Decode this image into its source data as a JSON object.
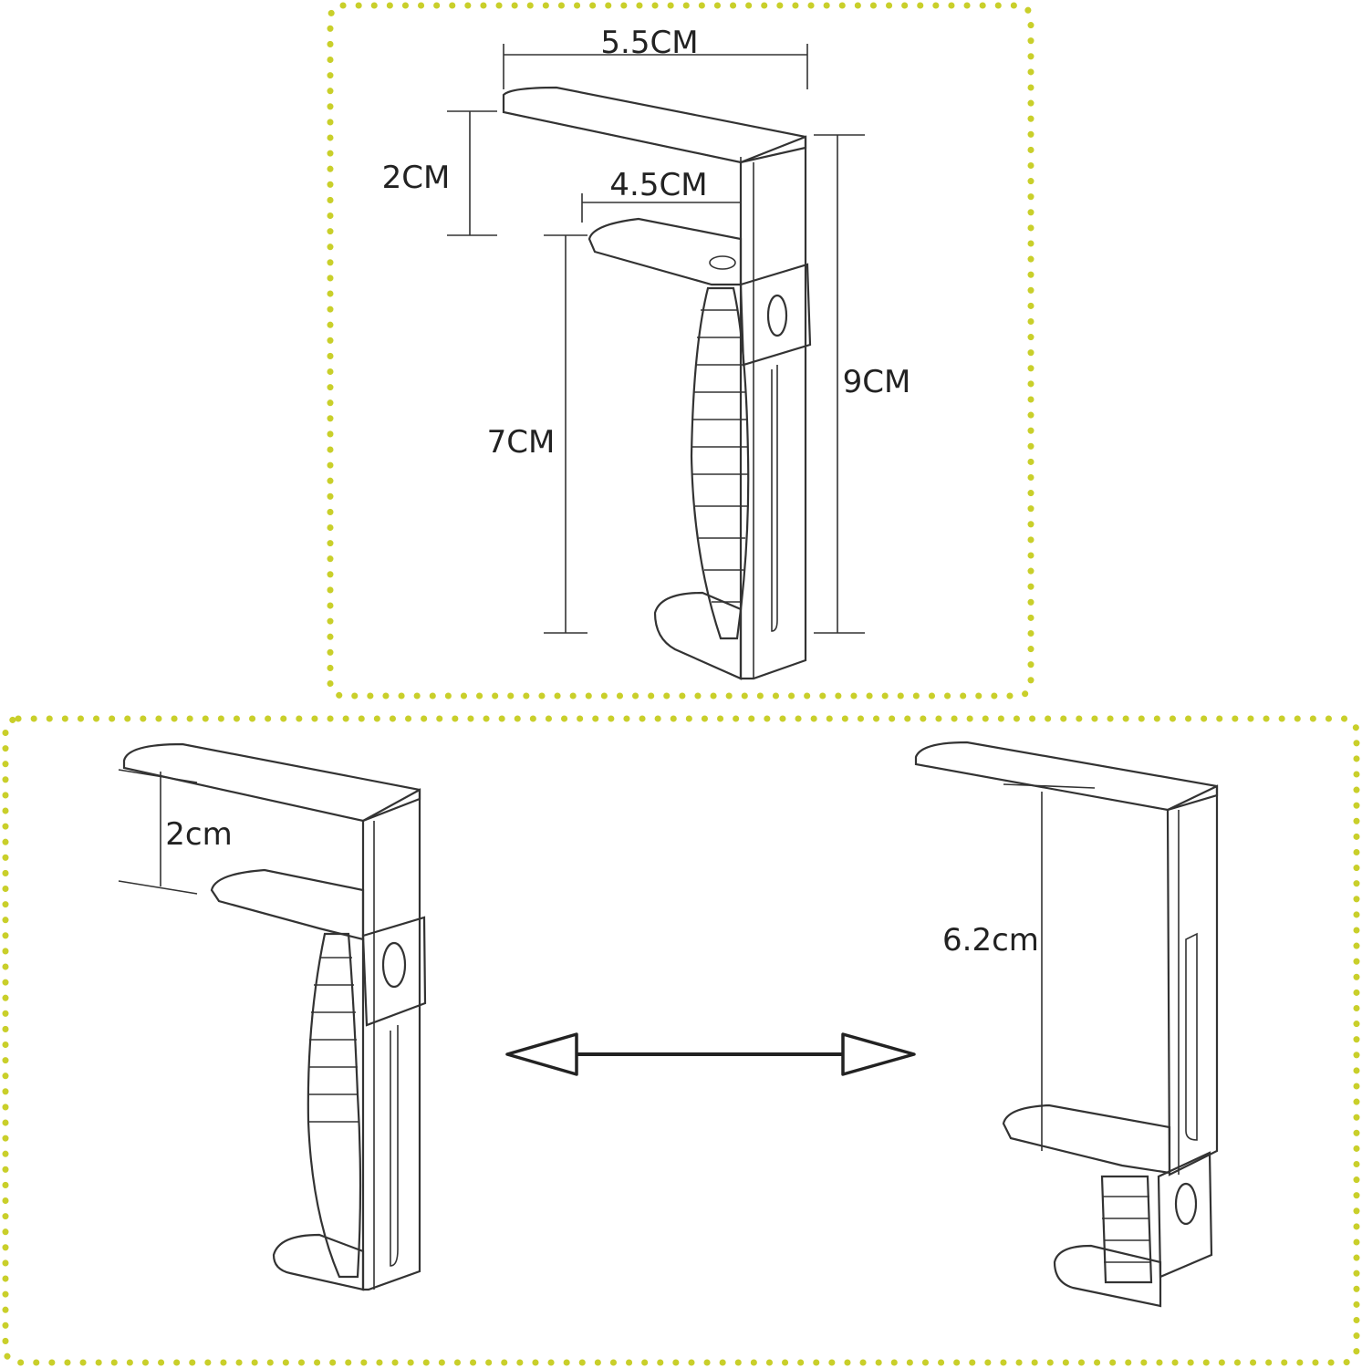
{
  "colors": {
    "border_dots": "#c9cf2a",
    "ink": "#333333",
    "background": "#ffffff"
  },
  "top_panel": {
    "dims": {
      "top_width": "5.5CM",
      "gap_height": "2CM",
      "inner_width": "4.5CM",
      "lower_height": "7CM",
      "total_height": "9CM"
    }
  },
  "bottom_panel": {
    "left_clamp": {
      "gap_label": "2cm"
    },
    "right_clamp": {
      "gap_label": "6.2cm"
    },
    "transition_icon": "double-arrow-icon"
  }
}
